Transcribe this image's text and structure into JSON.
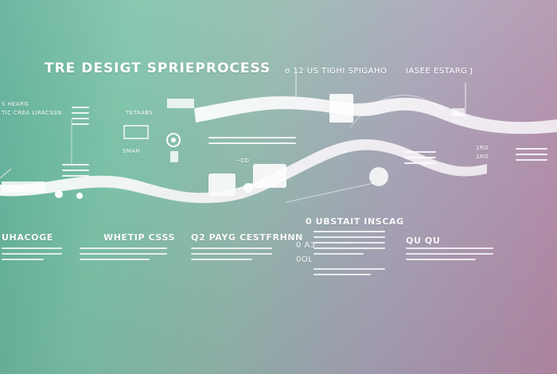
{
  "title": "TRE DESIGT SPRIEPROCESS",
  "header_labels": {
    "top_center": "ʊ 12  US TIGHI  SPIGAHO",
    "top_right": "IASEE  ESTARG J"
  },
  "left_labels": {
    "stage_a_line1": "S HEARG",
    "stage_a_line2": "TIC CREA LIRACSSN",
    "stage_b": "TETAABS",
    "stage_c": "SMAH",
    "marker_cd": "~CD",
    "marker_cd2": "~CD"
  },
  "small_labels": {
    "right_a": "1RO",
    "right_b": "1RO"
  },
  "bottom_labels": {
    "col1": "UHACOGE",
    "col2": "WHETIP CSSS",
    "col3": "Q2  PAYG CESTFRHNN",
    "col4": "0  UBSTAIT INSCAG",
    "col4_num_a": "0 A3",
    "col4_num_b": "0OL",
    "col5": "QU  QU"
  },
  "colors": {
    "bg_left": "#5fae98",
    "bg_mid": "#93b8ae",
    "bg_right": "#b58aa8",
    "ribbon": "#ffffff"
  }
}
